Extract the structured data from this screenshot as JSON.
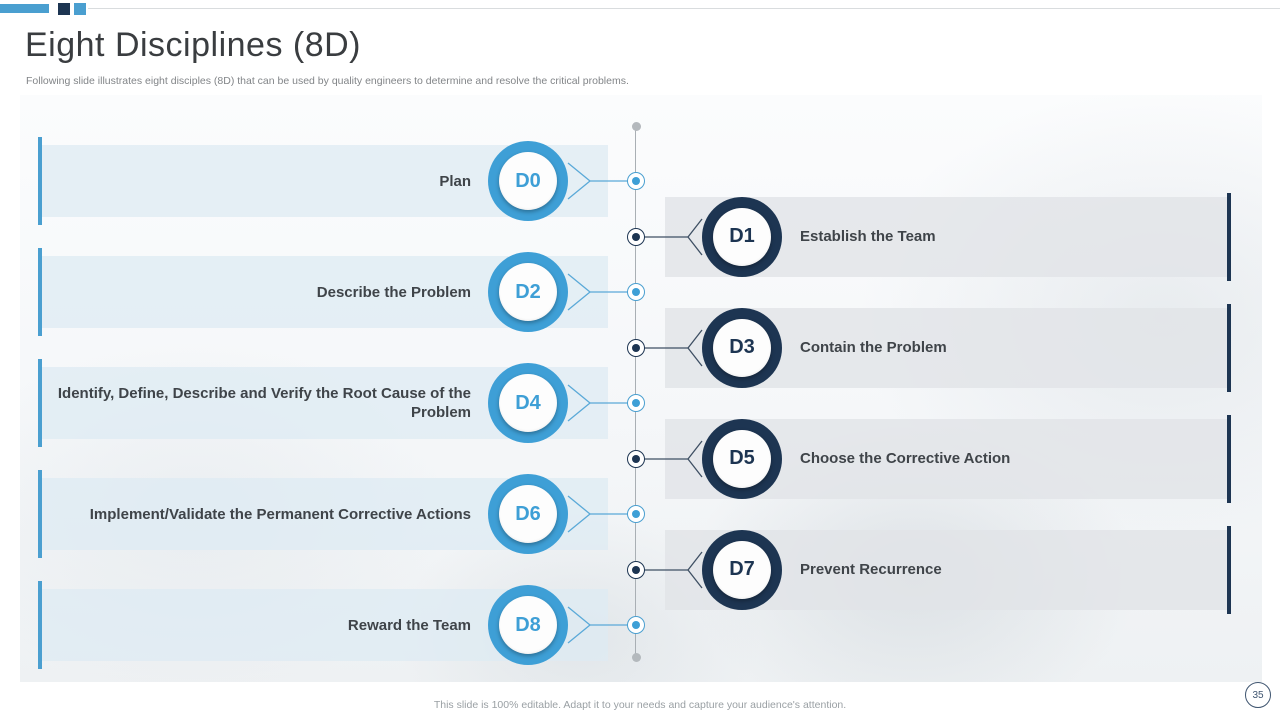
{
  "header": {
    "title": "Eight Disciplines (8D)",
    "subtitle": "Following slide illustrates eight disciples (8D) that can be used by quality engineers to determine and resolve the critical problems."
  },
  "timeline": {
    "items": [
      {
        "id": "D0",
        "side": "left",
        "label": "Plan"
      },
      {
        "id": "D1",
        "side": "right",
        "label": "Establish the Team"
      },
      {
        "id": "D2",
        "side": "left",
        "label": "Describe the Problem"
      },
      {
        "id": "D3",
        "side": "right",
        "label": "Contain the Problem"
      },
      {
        "id": "D4",
        "side": "left",
        "label": "Identify, Define, Describe and Verify the Root Cause of the Problem"
      },
      {
        "id": "D5",
        "side": "right",
        "label": "Choose the Corrective Action"
      },
      {
        "id": "D6",
        "side": "left",
        "label": "Implement/Validate the Permanent Corrective Actions"
      },
      {
        "id": "D7",
        "side": "right",
        "label": "Prevent Recurrence"
      },
      {
        "id": "D8",
        "side": "left",
        "label": "Reward the Team"
      }
    ]
  },
  "footer": {
    "note": "This slide is 100% editable. Adapt it to your needs and capture your audience's attention.",
    "page_number": "35"
  },
  "colors": {
    "accent_blue": "#3e9fd6",
    "accent_navy": "#1d3552",
    "band_blue": "#deebf3",
    "band_gray": "#e1e4e7",
    "label_text": "#3f4449",
    "spine_gray": "#a9afb4"
  }
}
